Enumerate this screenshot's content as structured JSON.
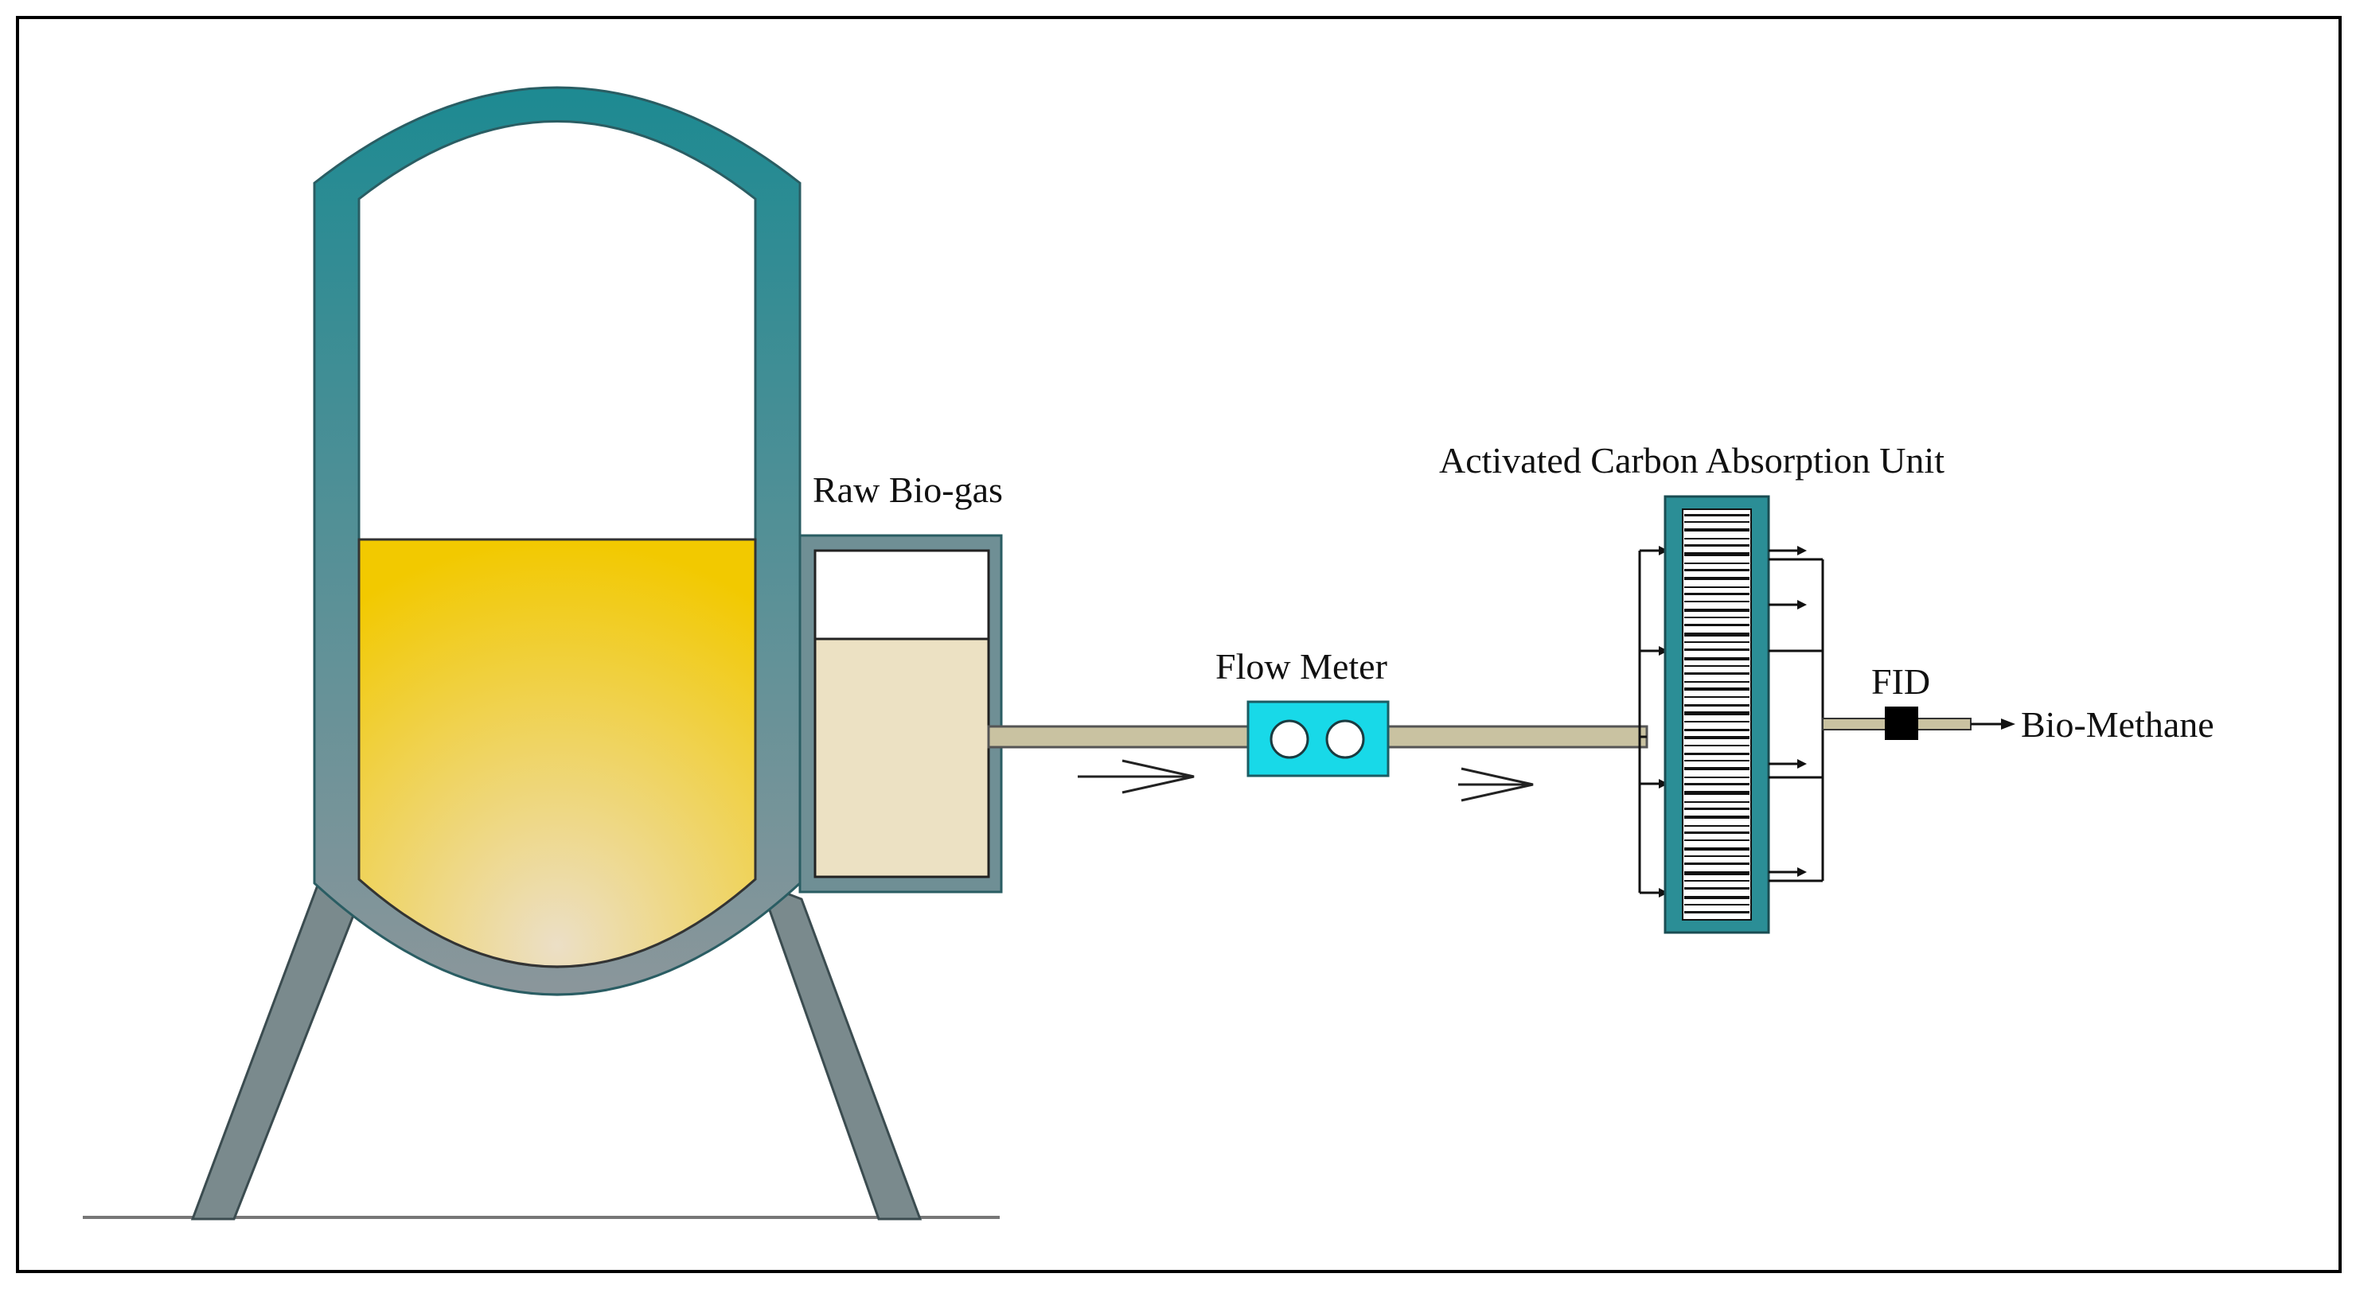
{
  "labels": {
    "raw_biogas": "Raw Bio-gas",
    "flow_meter": "Flow Meter",
    "absorption_unit": "Activated Carbon Absorption Unit",
    "fid": "FID",
    "bio_methane": "Bio-Methane"
  },
  "colors": {
    "frame": "#000000",
    "vessel_wall_top": "#1d8a92",
    "vessel_wall_bottom": "#8b969b",
    "liquid_top": "#f2c900",
    "liquid_bottom": "#ecdfc6",
    "tank_wall": "#6f8f95",
    "tank_fill": "#ece1c3",
    "pipe": "#c9c2a1",
    "flow_meter_body": "#18d9e8",
    "absorption_column": "#2b8e96",
    "fid_block": "#000000",
    "ground": "#777777"
  }
}
